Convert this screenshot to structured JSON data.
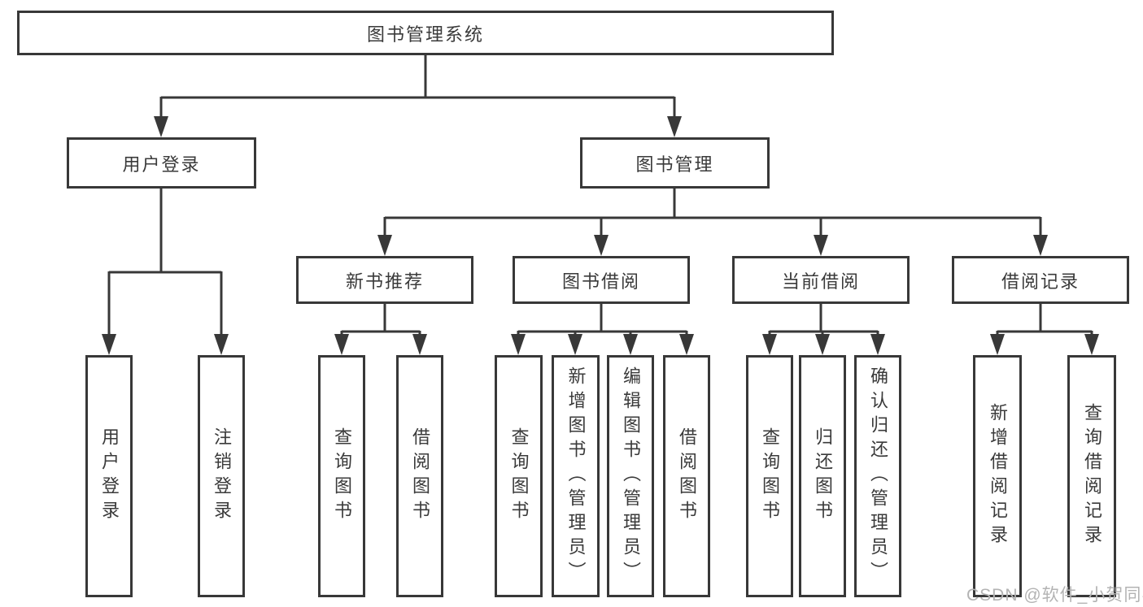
{
  "colors": {
    "line": "#383838",
    "box_border": "#383838",
    "text": "#3a3a3a",
    "watermark": "#b3b3b3",
    "background": "#ffffff"
  },
  "diagram": {
    "root": {
      "label": "图书管理系统",
      "children": [
        {
          "label": "用户登录",
          "children": [
            {
              "label": "用户登录"
            },
            {
              "label": "注销登录"
            }
          ]
        },
        {
          "label": "图书管理",
          "children": [
            {
              "label": "新书推荐",
              "children": [
                {
                  "label": "查询图书"
                },
                {
                  "label": "借阅图书"
                }
              ]
            },
            {
              "label": "图书借阅",
              "children": [
                {
                  "label": "查询图书"
                },
                {
                  "label": "新增图书（管理员）"
                },
                {
                  "label": "编辑图书（管理员）"
                },
                {
                  "label": "借阅图书"
                }
              ]
            },
            {
              "label": "当前借阅",
              "children": [
                {
                  "label": "查询图书"
                },
                {
                  "label": "归还图书"
                },
                {
                  "label": "确认归还（管理员）"
                }
              ]
            },
            {
              "label": "借阅记录",
              "children": [
                {
                  "label": "新增借阅记录"
                },
                {
                  "label": "查询借阅记录"
                }
              ]
            }
          ]
        }
      ]
    }
  },
  "watermark": {
    "text": "CSDN @软件_小贺同学"
  }
}
